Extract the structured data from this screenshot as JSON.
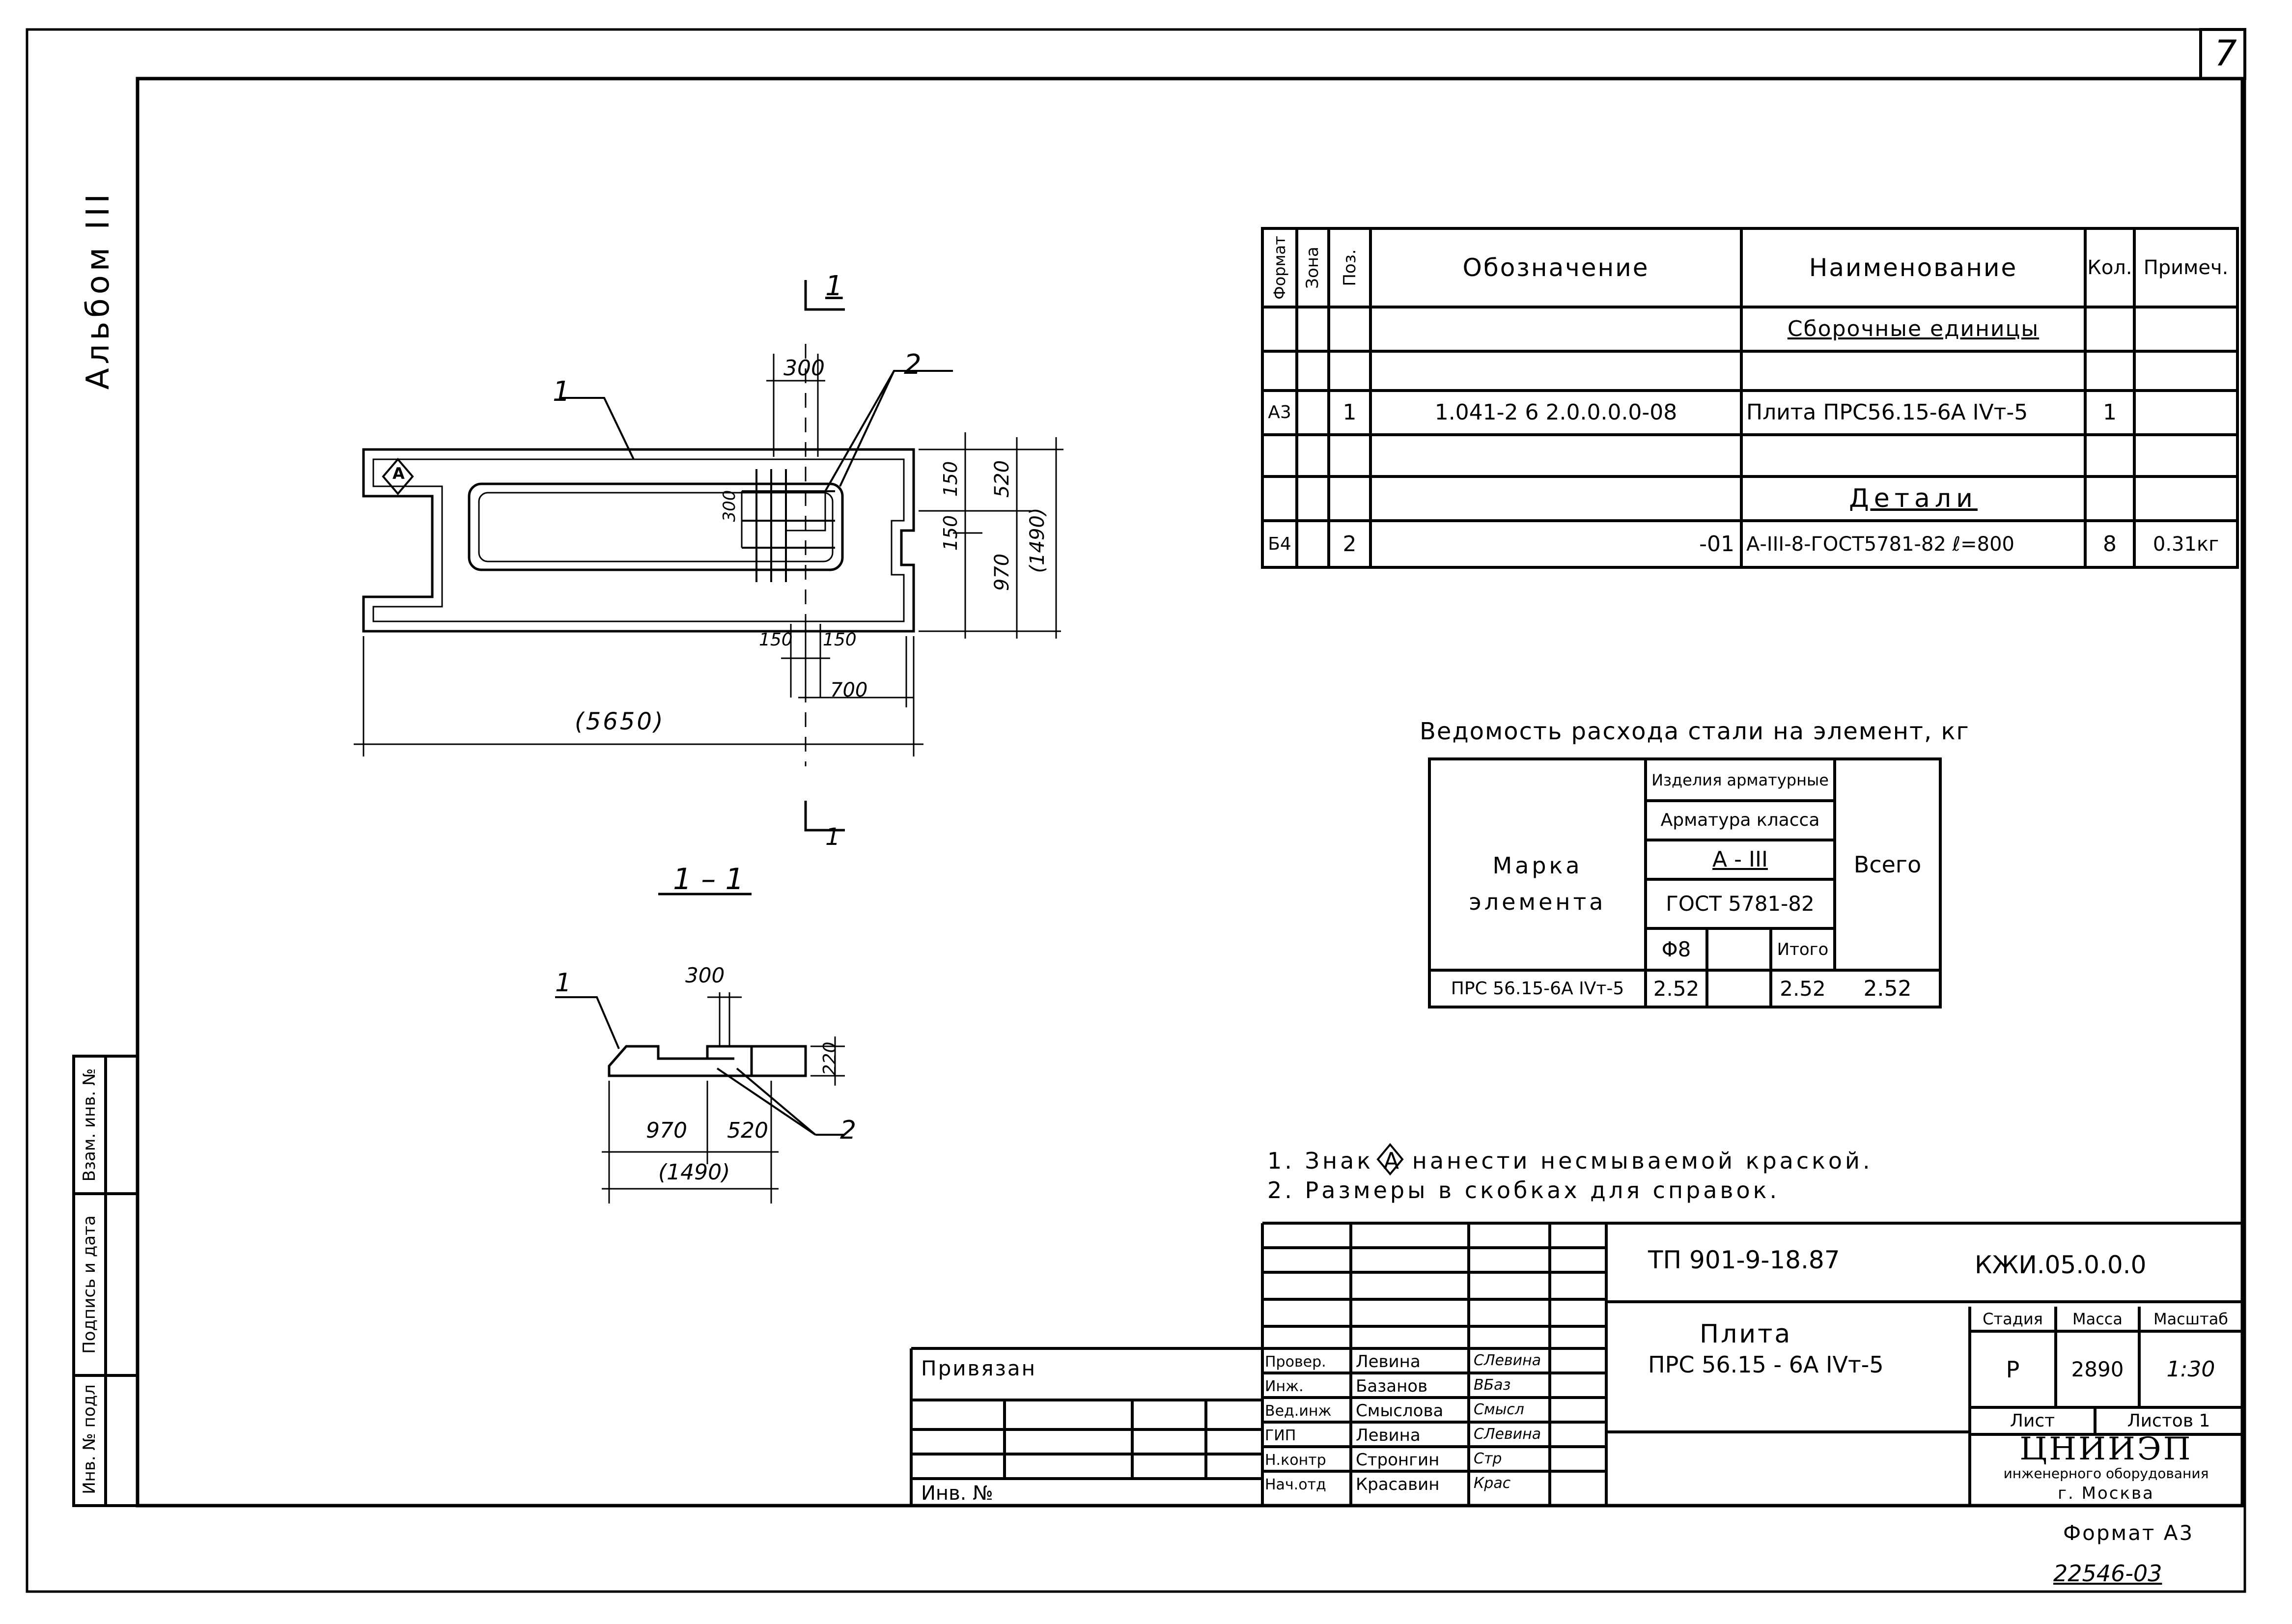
{
  "sheet_number": "7",
  "album_label": "Альбом III",
  "side_stamp": [
    "Инв. № подл",
    "Подпись и дата",
    "Взам. инв. №"
  ],
  "spec_table": {
    "headers": {
      "format": "Формат",
      "zone": "Зона",
      "pos": "Поз.",
      "designation": "Обозначение",
      "name": "Наименование",
      "qty": "Кол.",
      "note": "Примеч."
    },
    "section_assembly": "Сборочные единицы",
    "row1": {
      "format": "А3",
      "pos": "1",
      "designation": "1.041-2 6 2.0.0.0.0-08",
      "name": "Плита ПРС56.15-6А IVт-5",
      "qty": "1",
      "note": ""
    },
    "section_details": "Детали",
    "row2": {
      "format": "Б4",
      "pos": "2",
      "designation": "-01",
      "name": "А-III-8-ГОСТ5781-82 ℓ=800",
      "qty": "8",
      "note": "0.31кг"
    }
  },
  "drawing_plan": {
    "section_mark_top": "1",
    "section_mark_bottom": "1",
    "label_1": "1",
    "label_2": "2",
    "dim_300": "300",
    "dim_150a": "150",
    "dim_520": "520",
    "dim_150b": "150",
    "dim_970": "970",
    "dim_1490": "(1490)",
    "dim_300v": "300",
    "dim_150c": "150",
    "dim_150d": "150",
    "dim_700": "700",
    "dim_5650": "(5650)",
    "marker": "А"
  },
  "drawing_section": {
    "title": "1 – 1",
    "label_1": "1",
    "label_2": "2",
    "dim_300": "300",
    "dim_220": "220",
    "dim_970": "970",
    "dim_520": "520",
    "dim_1490": "(1490)"
  },
  "steel_table": {
    "title": "Ведомость расхода стали на элемент, кг",
    "mark_header": "Марка элемента",
    "products": "Изделия арматурные",
    "rebar_class": "Арматура класса",
    "class": "А - III",
    "gost": "ГОСТ 5781-82",
    "diameter": "Φ8",
    "subtotal": "Итого",
    "total": "Всего",
    "row": {
      "mark": "ПРС 56.15-6А IVт-5",
      "d8": "2.52",
      "empty": "",
      "subtotal": "2.52",
      "total": "2.52"
    }
  },
  "notes": [
    "1. Знак  А  нанести несмываемой краской.",
    "2. Размеры в скобках для справок."
  ],
  "title_block": {
    "bound": "Привязан",
    "inv": "Инв. №",
    "project_code": "ТП 901-9-18.87",
    "doc_code": "КЖИ.05.0.0.0",
    "item_title": "Плита",
    "item_code": "ПРС 56.15 - 6А IVт-5",
    "stage_h": "Стадия",
    "mass_h": "Масса",
    "scale_h": "Масштаб",
    "stage": "Р",
    "mass": "2890",
    "scale": "1:30",
    "sheet_h": "Лист",
    "sheets_h": "Листов 1",
    "org_name": "ЦНИИЭП",
    "org_sub": "инженерного оборудования",
    "org_city": "г. Москва",
    "roles": [
      {
        "role": "Провер.",
        "name": "Левина",
        "sign": "СЛевина"
      },
      {
        "role": "Инж.",
        "name": "Базанов",
        "sign": "ВБаз"
      },
      {
        "role": "Вед.инж",
        "name": "Смыслова",
        "sign": "Смысл"
      },
      {
        "role": "ГИП",
        "name": "Левина",
        "sign": "СЛевина"
      },
      {
        "role": "Н.контр",
        "name": "Стронгин",
        "sign": "Стр"
      },
      {
        "role": "Нач.отд",
        "name": "Красавин",
        "sign": "Крас"
      }
    ]
  },
  "format_label": "Формат А3",
  "archive_number": "22546-03"
}
